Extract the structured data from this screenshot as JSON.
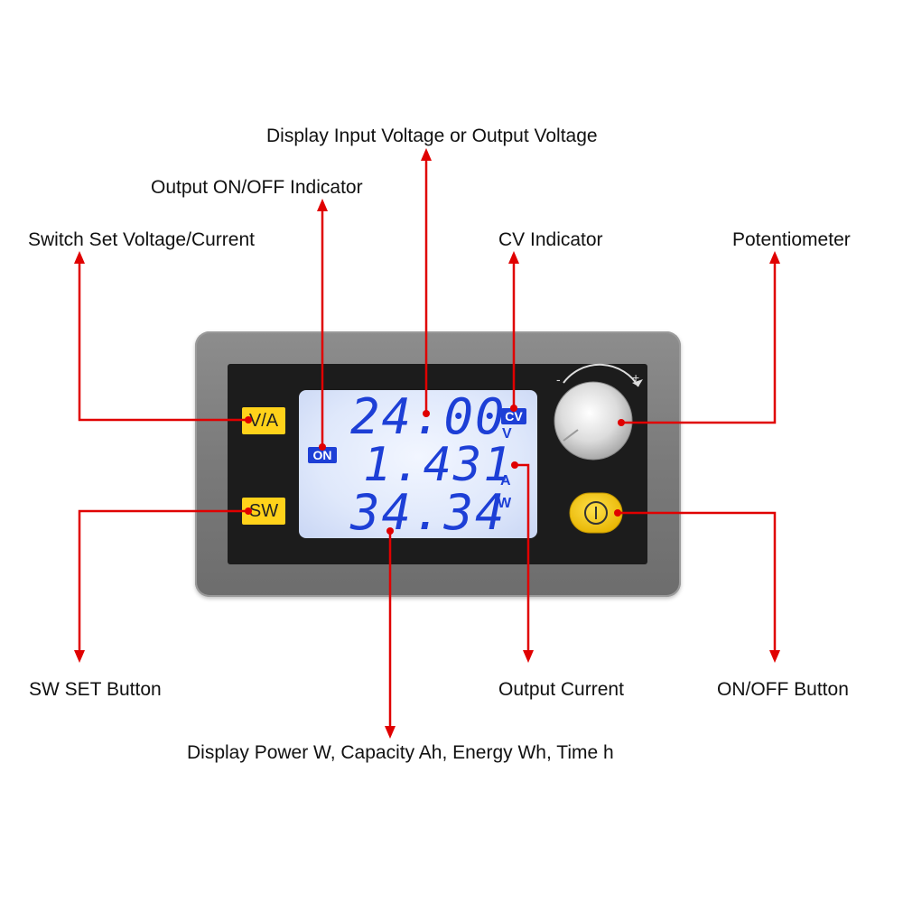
{
  "labels": {
    "display_voltage": "Display Input Voltage or Output Voltage",
    "output_indicator": "Output ON/OFF Indicator",
    "switch_set": "Switch Set Voltage/Current",
    "cv_indicator": "CV Indicator",
    "potentiometer": "Potentiometer",
    "sw_set_button": "SW SET Button",
    "output_current": "Output Current",
    "onoff_button": "ON/OFF Button",
    "display_power": "Display Power W, Capacity Ah, Energy Wh, Time h"
  },
  "device": {
    "voltage": "24.00",
    "current": "1.431",
    "power": "34.34",
    "unit_v": "V",
    "unit_a": "A",
    "unit_w": "W",
    "badge_on": "ON",
    "badge_cv": "CV",
    "btn_va": "V/A",
    "btn_sw": "SW",
    "knob_minus": "-",
    "knob_plus": "+"
  },
  "colors": {
    "arrow": "#e00000",
    "lcd_text": "#1d3fd6",
    "button_yellow": "#ffd21a"
  }
}
